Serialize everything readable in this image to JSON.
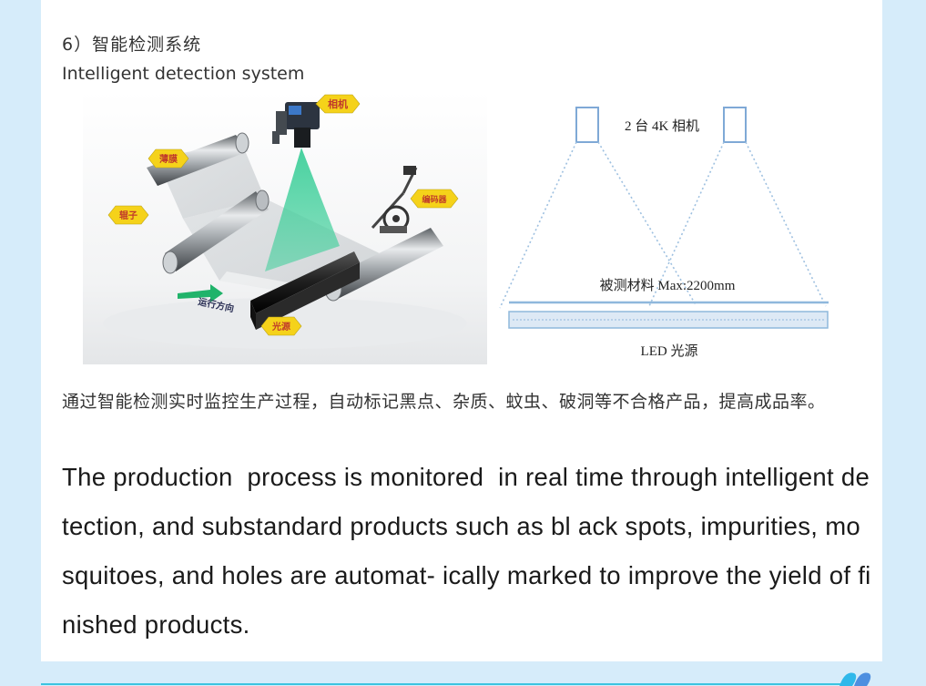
{
  "section": {
    "heading_zh": "6）智能检测系统",
    "heading_en": "Intelligent detection system"
  },
  "illustration": {
    "labels": {
      "camera": "相机",
      "film": "薄膜",
      "roller": "辊子",
      "encoder": "编码器",
      "direction": "运行方向",
      "light_source": "光源"
    }
  },
  "schematic": {
    "camera_label": "2 台 4K 相机",
    "material_label": "被测材料 Max:2200mm",
    "led_label": "LED 光源"
  },
  "description": {
    "zh": "通过智能检测实时监控生产过程，自动标记黑点、杂质、蚊虫、破洞等不合格产品，提高成品率。",
    "en": "The production  process is monitored  in real time through intelligent detection, and substandard products such as bl ack spots, impurities, mosquitoes, and holes are automat- ically marked to improve the yield of finished products."
  },
  "colors": {
    "page_background": "#d6ecfa",
    "card_background": "#ffffff",
    "accent_line": "#3cc4e0",
    "label_yellow": "#f5d21a",
    "scan_green": "#3ecf9a",
    "schematic_blue": "#8fb8dc"
  }
}
